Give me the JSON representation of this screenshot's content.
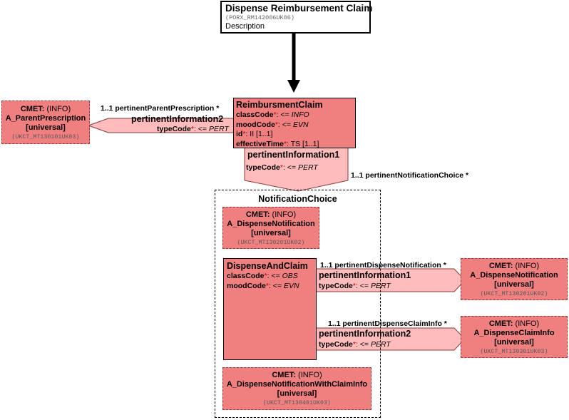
{
  "entry_point": {
    "title": "Dispense Reimbursement Claim",
    "code": "(PORX_RM142006UK06)",
    "description": "Description"
  },
  "reimbursment_claim": {
    "name": "ReimbursmentClaim",
    "attrs": [
      {
        "label": "classCode",
        "mark": "*",
        "op": ": <= ",
        "value": "INFO",
        "value_style": "italic"
      },
      {
        "label": "moodCode",
        "mark": "*",
        "op": ": <= ",
        "value": "EVN",
        "value_style": "italic"
      },
      {
        "label": "id",
        "mark": "*",
        "op": ": ",
        "value": "II [1..1]",
        "value_style": "normal"
      },
      {
        "label": "effectiveTime",
        "mark": "*",
        "op": ": ",
        "value": "TS [1..1]",
        "value_style": "normal"
      }
    ]
  },
  "parent_prescription_cmet": {
    "prefix": "CMET:",
    "kind": " (INFO)",
    "name": "A_ParentPrescription",
    "flavor": "[universal]",
    "code": "(UKCT_MT130101UK03)"
  },
  "pertinent_information2_top": {
    "cardinality": "1..1 pertinentParentPrescription  *",
    "name": "pertinentInformation2",
    "type_label": "typeCode",
    "type_mark": "*",
    "type_op": ": <= ",
    "type_value": "PERT"
  },
  "pertinent_information1_top": {
    "name": "pertinentInformation1",
    "type_label": "typeCode",
    "type_mark": "*",
    "type_op": ": <= ",
    "type_value": "PERT",
    "cardinality": "1..1 pertinentNotificationChoice  *"
  },
  "notification_choice": {
    "title": "NotificationChoice"
  },
  "choice_cmet_notification": {
    "prefix": "CMET:",
    "kind": " (INFO)",
    "name": "A_DispenseNotification",
    "flavor": "[universal]",
    "code": "(UKCT_MT130201UK02)"
  },
  "dispense_and_claim": {
    "name": "DispenseAndClaim",
    "attrs": [
      {
        "label": "classCode",
        "mark": "*",
        "op": ": <= ",
        "value": "OBS"
      },
      {
        "label": "moodCode",
        "mark": "*",
        "op": ": <= ",
        "value": "EVN"
      }
    ]
  },
  "choice_cmet_with_claim": {
    "prefix": "CMET:",
    "kind": " (INFO)",
    "name": "A_DispenseNotificationWithClaimInfo",
    "flavor": "[universal]",
    "code": "(UKCT_MT130401UK03)"
  },
  "pertinent_information1_right": {
    "cardinality": "1..1 pertinentDispenseNotification  *",
    "name": "pertinentInformation1",
    "type_label": "typeCode",
    "type_mark": "*",
    "type_op": ": <= ",
    "type_value": "PERT"
  },
  "pertinent_information2_right": {
    "cardinality": "1..1 pertinentDispenseClaimInfo  *",
    "name": "pertinentInformation2",
    "type_label": "typeCode",
    "type_mark": "*",
    "type_op": ": <= ",
    "type_value": "PERT"
  },
  "right_cmet_notification": {
    "prefix": "CMET:",
    "kind": " (INFO)",
    "name": "A_DispenseNotification",
    "flavor": "[universal]",
    "code": "(UKCT_MT130201UK02)"
  },
  "right_cmet_claim_info": {
    "prefix": "CMET:",
    "kind": " (INFO)",
    "name": "A_DispenseClaimInfo",
    "flavor": "[universal]",
    "code": "(UKCT_MT130301UK03)"
  },
  "colors": {
    "class_fill": "#f08080",
    "relationship_fill": "#ffbcbc",
    "cmet_border": "#8a3a3a"
  }
}
